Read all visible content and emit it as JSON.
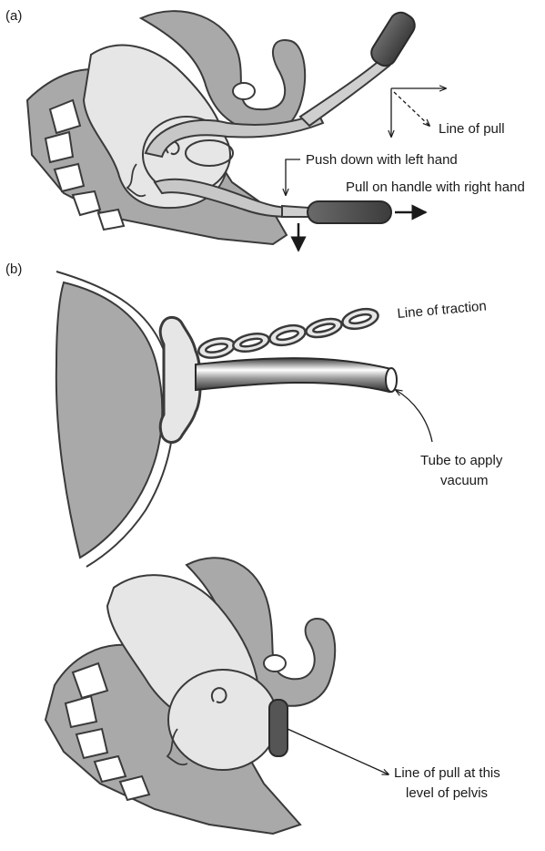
{
  "panels": {
    "a": "(a)",
    "b": "(b)"
  },
  "labels": {
    "line_of_pull": "Line of pull",
    "push_down": "Push down with left hand",
    "pull_handle": "Pull on handle with right hand",
    "line_of_traction": "Line of traction",
    "tube_line1": "Tube to apply",
    "tube_line2": "vacuum",
    "pelvis_line1": "Line of pull at this",
    "pelvis_line2": "level of pelvis"
  },
  "colors": {
    "tissue": "#a9a9a9",
    "head": "#e6e6e6",
    "outline": "#3a3a3a",
    "instrument": "#555555",
    "bone": "#ffffff"
  }
}
